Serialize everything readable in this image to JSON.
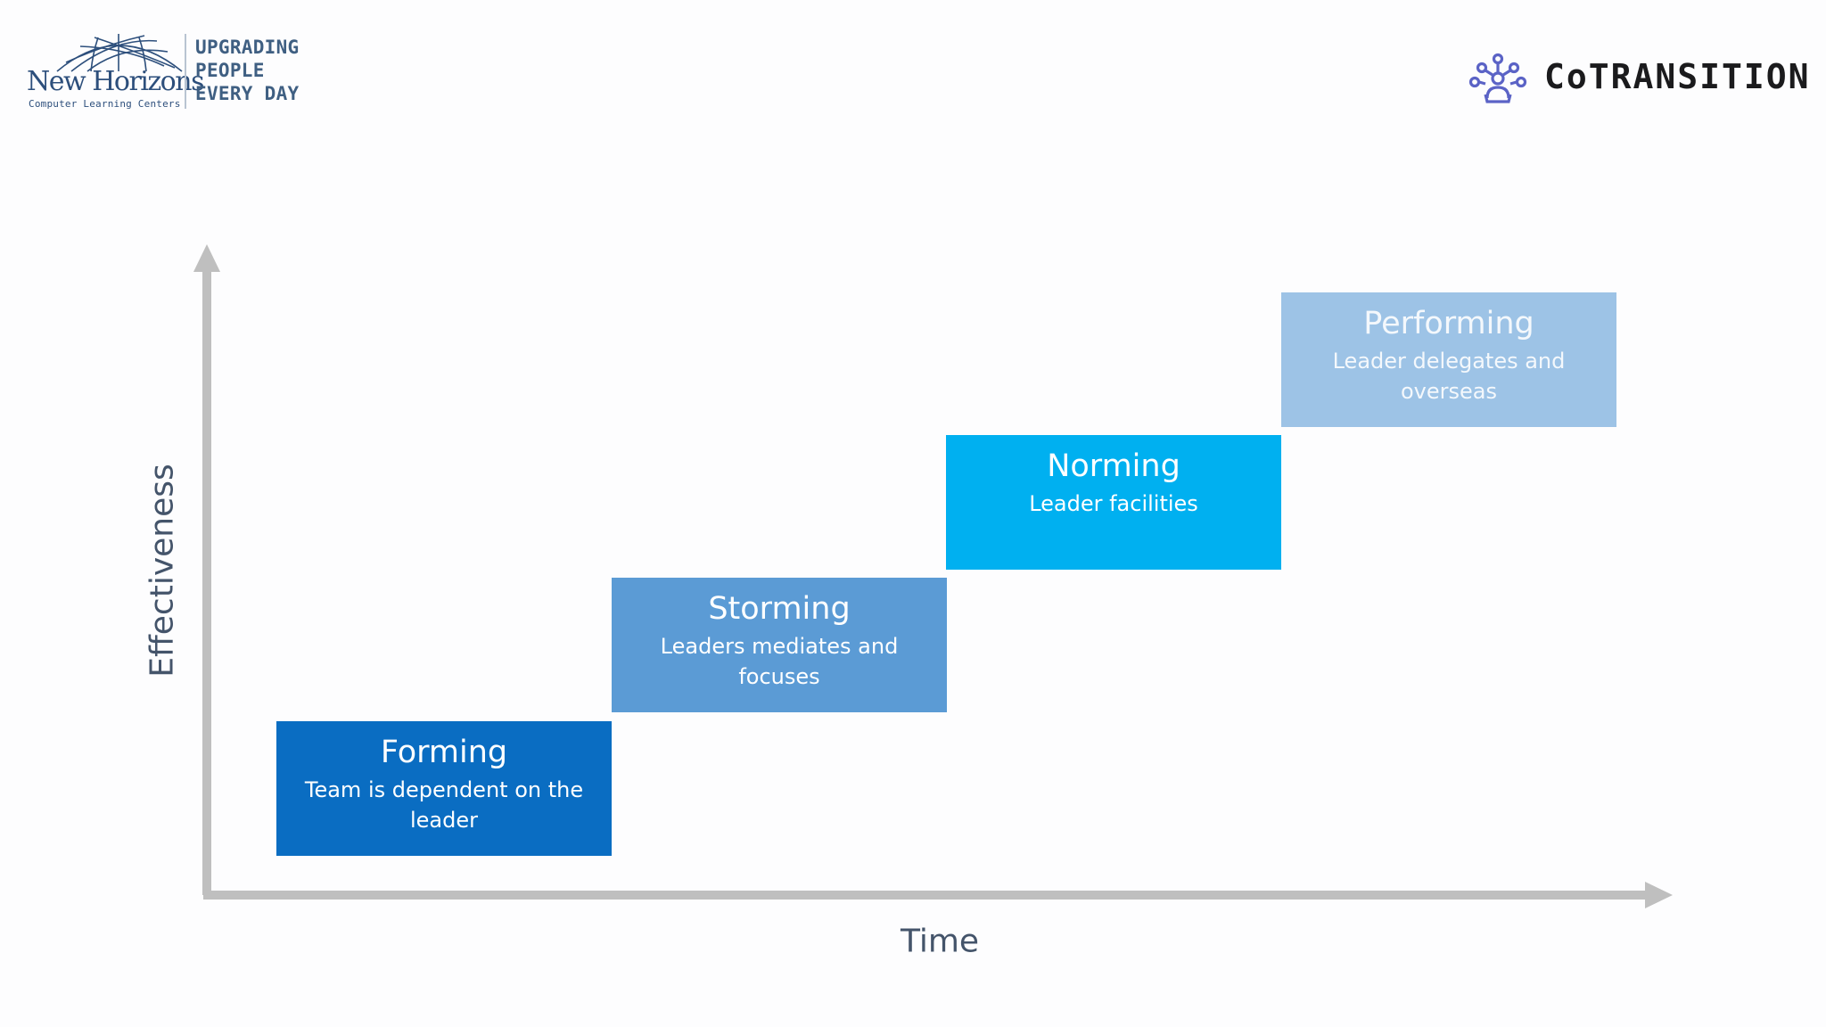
{
  "header": {
    "left_logo": {
      "name": "New Horizons",
      "subtitle": "Computer Learning Centers",
      "tagline": [
        "UPGRADING",
        "PEOPLE",
        "EVERY DAY"
      ]
    },
    "right_logo": {
      "name": "CoTRANSITION"
    }
  },
  "diagram": {
    "y_axis_label": "Effectiveness",
    "x_axis_label": "Time",
    "stages": [
      {
        "title": "Forming",
        "description": "Team is dependent on the leader",
        "color": "#0a6dc2"
      },
      {
        "title": "Storming",
        "description": "Leaders mediates and focuses",
        "color": "#5b9bd5"
      },
      {
        "title": "Norming",
        "description": "Leader facilities",
        "color": "#00b0f0"
      },
      {
        "title": "Performing",
        "description": "Leader delegates and overseas",
        "color": "#9dc3e6"
      }
    ],
    "axis_color": "#bfbfbf"
  }
}
